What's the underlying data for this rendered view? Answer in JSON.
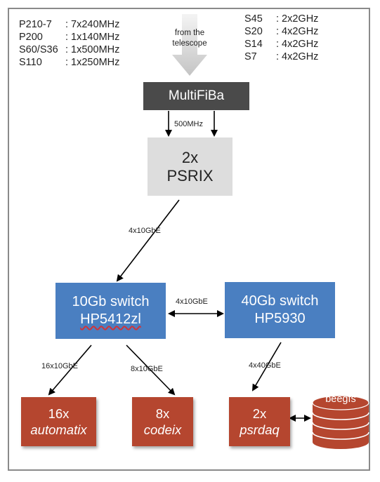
{
  "receivers_left": [
    {
      "name": "P210-7",
      "spec": ": 7x240MHz"
    },
    {
      "name": "P200",
      "spec": ": 1x140MHz"
    },
    {
      "name": "S60/S36",
      "spec": ": 1x500MHz"
    },
    {
      "name": "S110",
      "spec": ": 1x250MHz"
    }
  ],
  "receivers_right": [
    {
      "name": "S45",
      "spec": ": 2x2GHz"
    },
    {
      "name": "S20",
      "spec": ": 4x2GHz"
    },
    {
      "name": "S14",
      "spec": ": 4x2GHz"
    },
    {
      "name": "S7",
      "spec": ": 4x2GHz"
    }
  ],
  "source": {
    "line1": "from the",
    "line2": "telescope"
  },
  "multifiba": "MultiFiBa",
  "psrix": {
    "line1": "2x",
    "line2": "PSRIX"
  },
  "switch10": {
    "line1": "10Gb switch",
    "line2": "HP5412zl"
  },
  "switch40": {
    "line1": "40Gb switch",
    "line2": "HP5930"
  },
  "automatix": {
    "count": "16x",
    "name": "automatix"
  },
  "codeix": {
    "count": "8x",
    "name": "codeix"
  },
  "psrdaq": {
    "count": "2x",
    "name": "psrdaq"
  },
  "storage": "beegfs",
  "links": {
    "multifiba_psrix": "500MHz",
    "psrix_switch10": "4x10GbE",
    "switch10_switch40": "4x10GbE",
    "switch10_automatix": "16x10GbE",
    "switch10_codeix": "8x10GbE",
    "switch40_psrdaq": "4x40GbE"
  },
  "colors": {
    "multifiba": "#4a4a4a",
    "psrix": "#dddddd",
    "switch": "#4a7fc1",
    "node": "#b5462f"
  }
}
